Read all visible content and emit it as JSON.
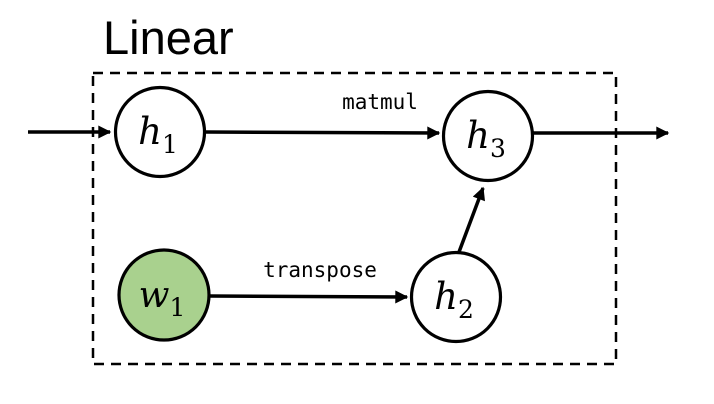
{
  "title": "Linear",
  "nodes": {
    "h1": {
      "main": "h",
      "sub": "1"
    },
    "h2": {
      "main": "h",
      "sub": "2"
    },
    "h3": {
      "main": "h",
      "sub": "3"
    },
    "w1": {
      "main": "w",
      "sub": "1"
    }
  },
  "edges": {
    "matmul_label": "matmul",
    "transpose_label": "transpose"
  },
  "colors": {
    "weight_node_fill": "#a9d18e",
    "hidden_node_fill": "#ffffff",
    "line": "#000000"
  }
}
